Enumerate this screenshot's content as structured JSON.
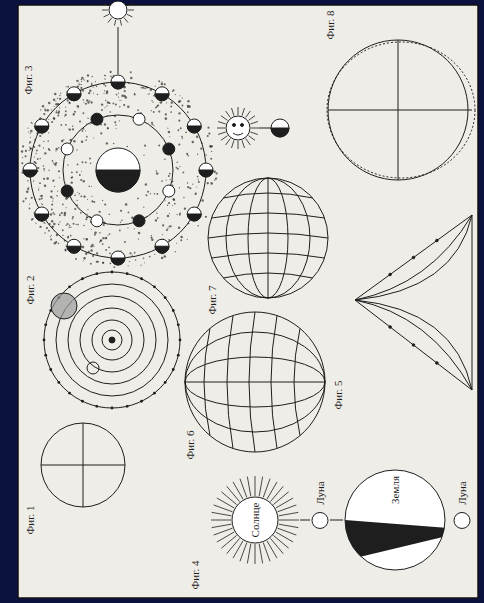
{
  "diagram": {
    "nodes": [
      {
        "text": [
          "Солнце"
        ]
      },
      {
        "text": [
          "Луна"
        ]
      },
      {
        "text": [
          "Земля"
        ]
      },
      {
        "text": [
          "Луна"
        ]
      }
    ],
    "edges": [
      {
        "from": 0,
        "to": 1,
        "arrow": "none"
      },
      {
        "from": 1,
        "to": 2,
        "arrow": "none"
      }
    ],
    "labels": [
      "Фиг. 1",
      "Фиг. 2",
      "Фиг. 3",
      "Фиг. 4",
      "Фиг. 5",
      "Фиг. 6",
      "Фиг. 7",
      "Фиг. 8"
    ]
  }
}
